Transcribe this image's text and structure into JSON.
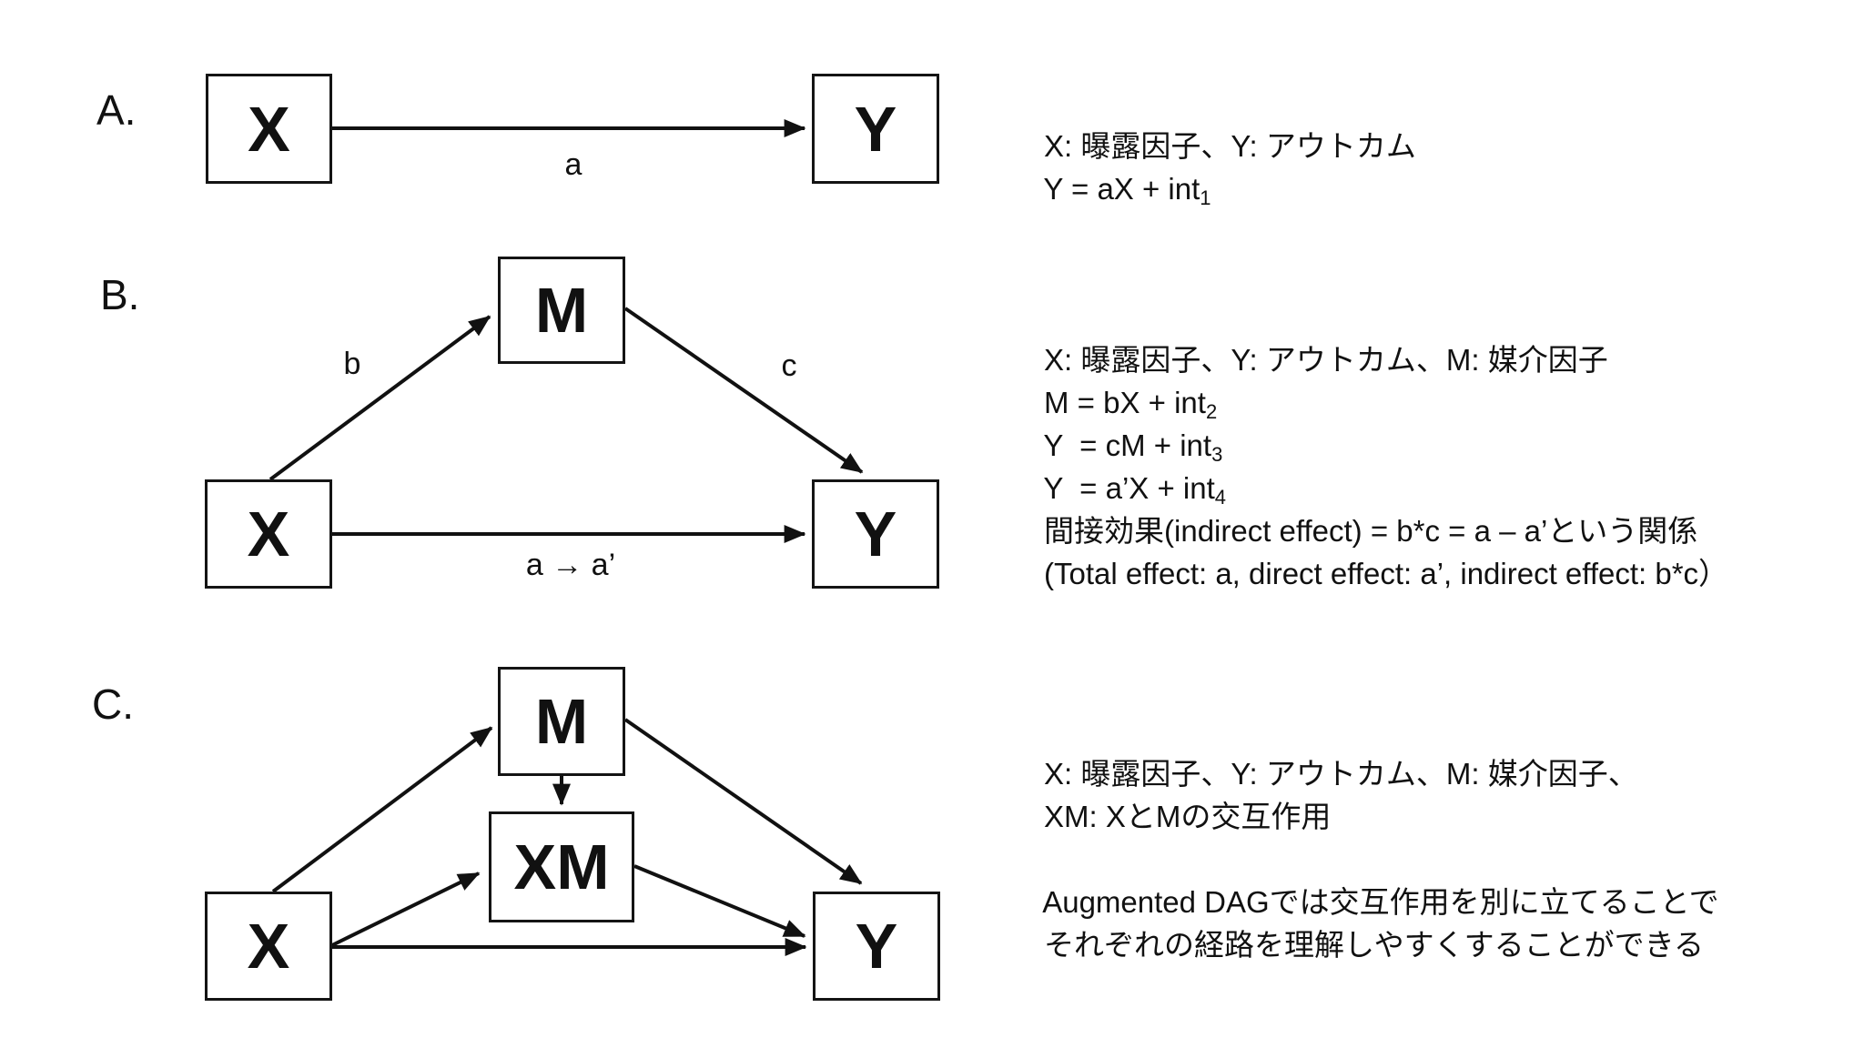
{
  "ink_color": "#111111",
  "background_color": "#ffffff",
  "panels": {
    "a": {
      "label": "A.",
      "nodes": {
        "x": "X",
        "y": "Y"
      },
      "edges": {
        "a": "a"
      },
      "notes": {
        "line1": "X: 曝露因子、Y: アウトカム",
        "line2_pre": "Y = aX + int",
        "line2_sub": "1"
      }
    },
    "b": {
      "label": "B.",
      "nodes": {
        "m": "M",
        "x": "X",
        "y": "Y"
      },
      "edges": {
        "b": "b",
        "c": "c",
        "a": "a → a’"
      },
      "notes": {
        "line1": "X: 曝露因子、Y: アウトカム、M: 媒介因子",
        "line2_pre": "M = bX + int",
        "line2_sub": "2",
        "line3_pre": "Y  = cM + int",
        "line3_sub": "3",
        "line4_pre": "Y  = a’X + int",
        "line4_sub": "4",
        "line5": "間接効果(indirect effect) = b*c = a – a’という関係",
        "line6": "(Total effect: a, direct effect: a’, indirect effect: b*c）"
      }
    },
    "c": {
      "label": "C.",
      "nodes": {
        "m": "M",
        "xm": "XM",
        "x": "X",
        "y": "Y"
      },
      "notes": {
        "line1": "X: 曝露因子、Y: アウトカム、M: 媒介因子、",
        "line2": "XM: XとMの交互作用",
        "line3": "Augmented DAGでは交互作用を別に立てることで",
        "line4": "それぞれの経路を理解しやすくすることができる"
      }
    }
  }
}
